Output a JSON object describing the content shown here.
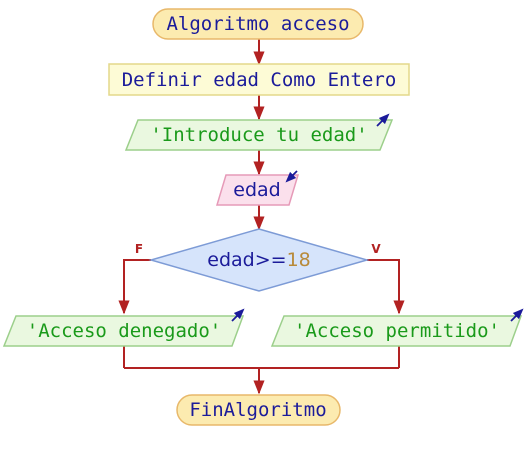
{
  "flowchart": {
    "start_label": "Algoritmo acceso",
    "define_label": "Definir edad Como Entero",
    "output_prompt_label": "'Introduce tu edad'",
    "input_label": "edad",
    "decision": {
      "variable": "edad",
      "operator": ">=",
      "value": "18",
      "false_label": "F",
      "true_label": "V"
    },
    "output_denied_label": "'Acceso denegado'",
    "output_allowed_label": "'Acceso permitido'",
    "end_label": "FinAlgoritmo"
  },
  "colors": {
    "terminal_fill": "#fcebb0",
    "terminal_stroke": "#e8b86a",
    "process_fill": "#fdfbd6",
    "process_stroke": "#e3d88a",
    "output_fill": "#eaf8e0",
    "output_stroke": "#9ccf8b",
    "output_text": "#1a9a1a",
    "input_fill": "#fbe0ec",
    "input_stroke": "#e69ab8",
    "decision_fill": "#d6e4fb",
    "decision_stroke": "#7d9bd6",
    "connector": "#b22222",
    "keyword_text": "#1b1b9a",
    "number_text": "#b88a3a",
    "arrow_icon": "#1b1b9a"
  },
  "icons": {
    "output_arrow": "diagonal-up-right-arrow-icon",
    "input_arrow": "diagonal-down-left-arrow-icon"
  }
}
